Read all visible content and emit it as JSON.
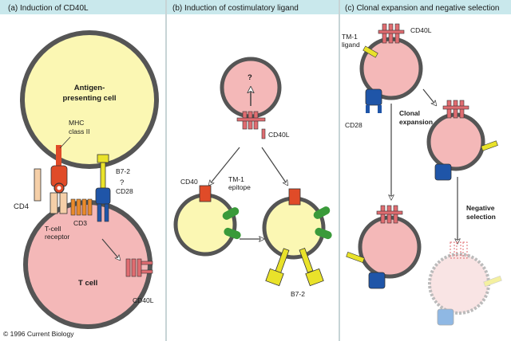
{
  "colors": {
    "header_bar": "#c9e8ec",
    "apc_fill": "#fbf7b3",
    "tcell_fill": "#f4b8b8",
    "membrane": "#555555",
    "receptor_red": "#e04b28",
    "receptor_blue": "#1f55a8",
    "receptor_yellow": "#e9e22a",
    "receptor_green": "#3a9a3a",
    "receptor_pink": "#e06c70",
    "receptor_orange": "#ea8a2a",
    "receptor_peach": "#f5cfa8"
  },
  "panels": [
    {
      "header": "(a)   Induction of CD40L",
      "labels": {
        "apc": "Antigen-\npresenting cell",
        "mhc": "MHC\nclass II",
        "cd4": "CD4",
        "b7_2": "B7-2",
        "question": "?",
        "cd28": "CD28",
        "cd3": "CD3",
        "tcr": "T-cell\nreceptor",
        "tcell": "T cell",
        "cd40l": "CD40L"
      }
    },
    {
      "header": "(b)   Induction of costimulatory ligand",
      "labels": {
        "question": "?",
        "cd40l": "CD40L",
        "cd40": "CD40",
        "tm1": "TM-1\nepitope",
        "b7_2": "B7-2"
      }
    },
    {
      "header": "(c)   Clonal expansion and negative selection",
      "labels": {
        "tm1": "TM-1\nligand",
        "cd40l": "CD40L",
        "cd28": "CD28",
        "clonal": "Clonal\nexpansion",
        "negative": "Negative\nselection"
      }
    }
  ],
  "credit": "© 1996 Current Biology"
}
